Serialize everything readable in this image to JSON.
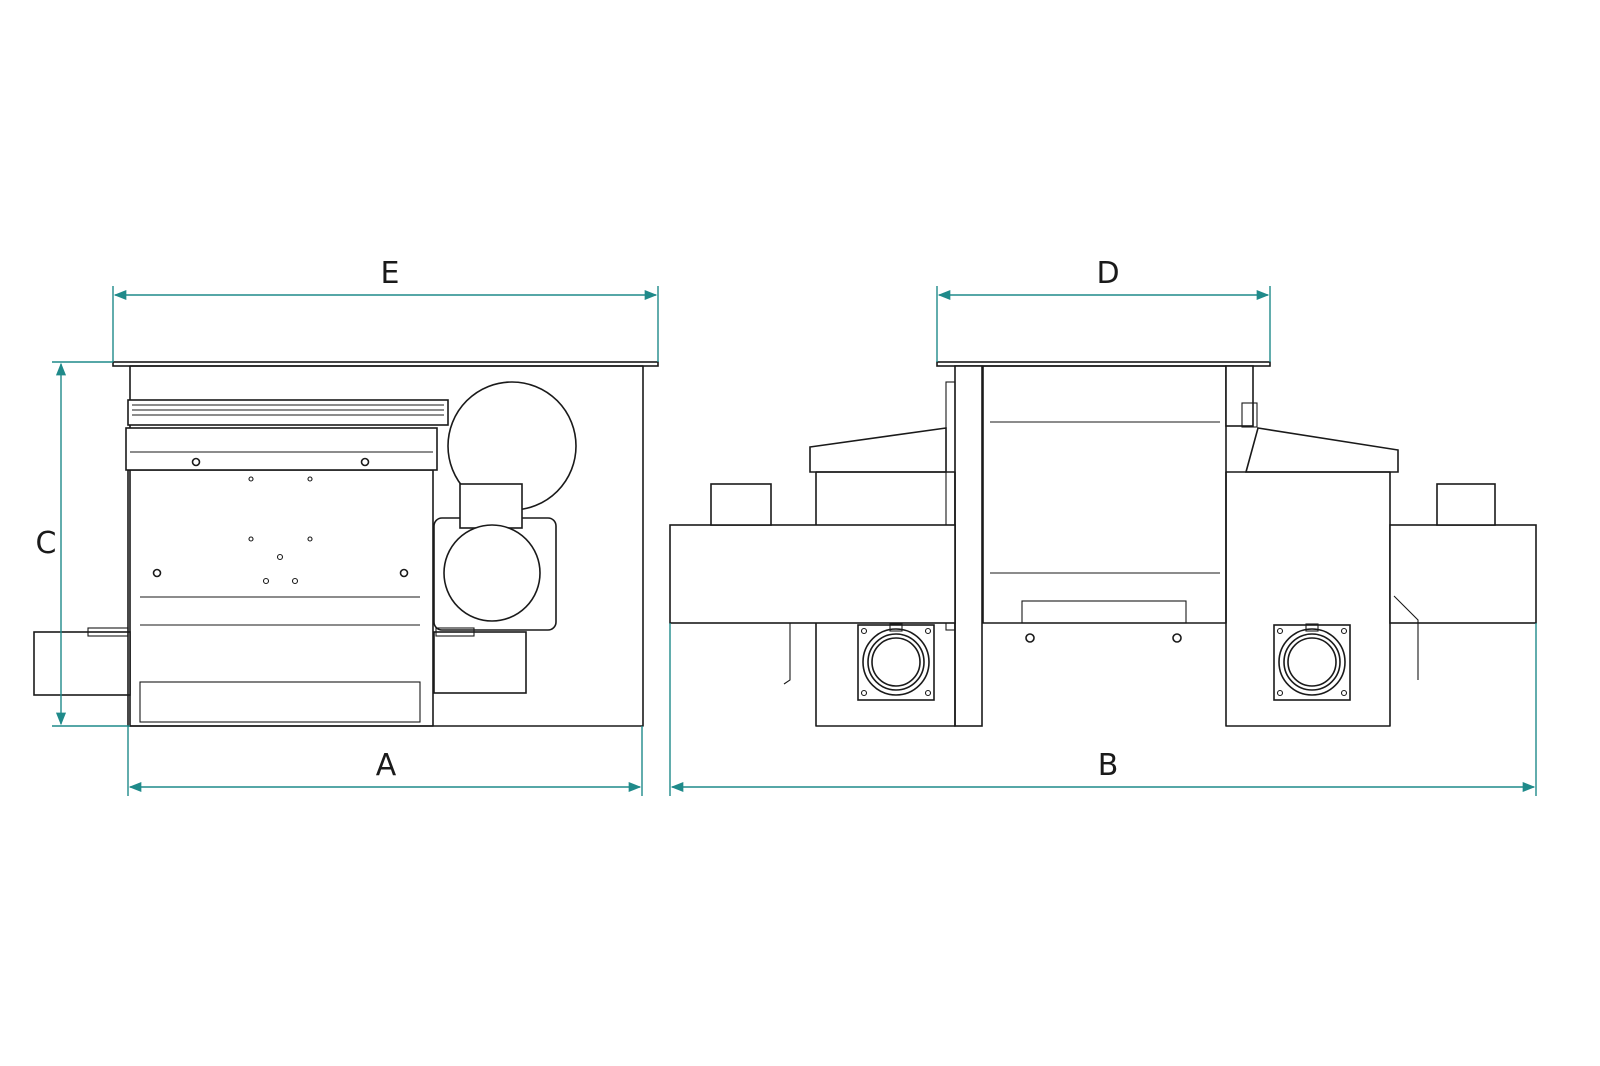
{
  "dimensions": {
    "A": {
      "label": "A"
    },
    "B": {
      "label": "B"
    },
    "C": {
      "label": "C"
    },
    "D": {
      "label": "D"
    },
    "E": {
      "label": "E"
    }
  },
  "colors": {
    "dimension_line": "#1f8a8a",
    "outline": "#1a1a1a",
    "background": "#ffffff"
  }
}
